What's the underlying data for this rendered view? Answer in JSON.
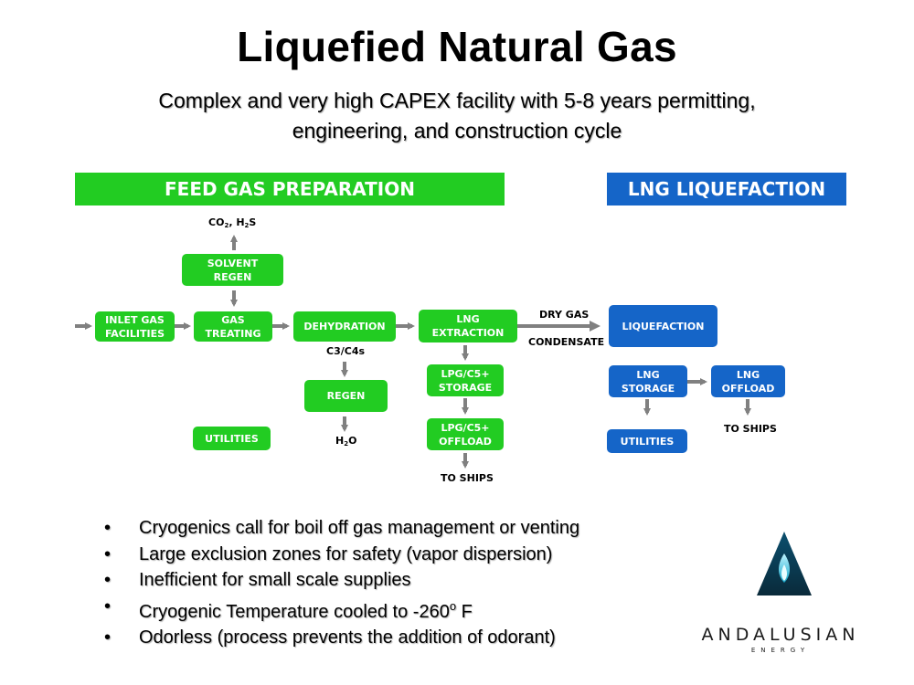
{
  "title": "Liquefied Natural Gas",
  "subtitle": "Complex and very high CAPEX facility with 5-8 years permitting, engineering, and construction cycle",
  "colors": {
    "green": "#22cc22",
    "blue": "#1565c8",
    "arrow": "#808080"
  },
  "headers": {
    "feed_gas": "FEED GAS PREPARATION",
    "liquefaction": "LNG LIQUEFACTION"
  },
  "boxes": {
    "inlet_gas": "INLET GAS\nFACILITIES",
    "gas_treating": "GAS\nTREATING",
    "solvent_regen": "SOLVENT\nREGEN",
    "dehydration": "DEHYDRATION",
    "regen": "REGEN",
    "lng_extraction": "LNG\nEXTRACTION",
    "lpg_storage": "LPG/C5+\nSTORAGE",
    "lpg_offload": "LPG/C5+\nOFFLOAD",
    "utilities_feed": "UTILITIES",
    "liquefaction": "LIQUEFACTION",
    "lng_storage": "LNG\nSTORAGE",
    "lng_offload": "LNG\nOFFLOAD",
    "utilities_lng": "UTILITIES"
  },
  "labels": {
    "co2_h2s_a": "CO",
    "co2_h2s_sub1": "2",
    "co2_h2s_b": ", H",
    "co2_h2s_sub2": "2",
    "co2_h2s_c": "S",
    "c3c4s": "C3/C4s",
    "h2o_a": "H",
    "h2o_sub": "2",
    "h2o_b": "O",
    "dry_gas": "DRY GAS",
    "condensate": "CONDENSATE",
    "to_ships_lpg": "TO SHIPS",
    "to_ships_lng": "TO SHIPS"
  },
  "bullets": [
    {
      "text": "Cryogenics call for boil off gas management or venting"
    },
    {
      "text": "Large exclusion zones for safety (vapor dispersion)"
    },
    {
      "text": "Inefficient for small scale supplies"
    },
    {
      "text": "Cryogenic Temperature cooled to -260",
      "sup": "o",
      "after": " F"
    },
    {
      "text": "Odorless (process prevents the addition of odorant)"
    }
  ],
  "logo": {
    "name": "ANDALUSIAN",
    "tagline": "ENERGY",
    "icon": "flame-triangle-icon"
  }
}
